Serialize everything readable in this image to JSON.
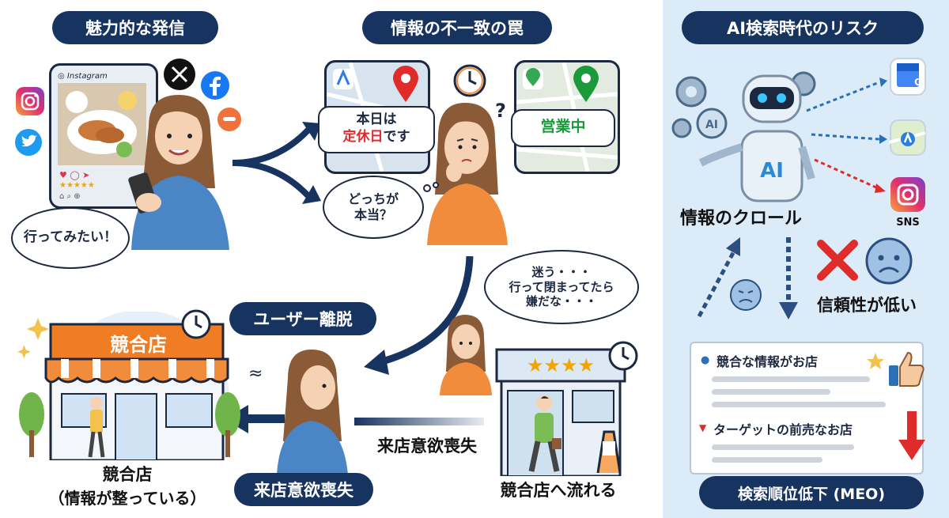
{
  "section1": {
    "title": "魅力的な発信",
    "speech": "行ってみたい！"
  },
  "section2": {
    "title": "情報の不一致の罠",
    "phone_left_line1": "本日は",
    "phone_left_line2_red": "定休日",
    "phone_left_line2_tail": "です",
    "phone_right": "営業中",
    "thought": [
      "どっちが",
      "本当？"
    ]
  },
  "section3": {
    "title": "ユーザー離脱",
    "thought": [
      "迷う・・・",
      "行って閉まってたら",
      "嫌だな・・・"
    ],
    "arrow_label": "来店意欲喪失",
    "user_label": "来店意欲喪失",
    "store_caption": "競合店へ流れる",
    "competitor_sign": "競合店",
    "competitor_caption_1": "競合店",
    "competitor_caption_2": "（情報が整っている）"
  },
  "right": {
    "title": "AI検索時代のリスク",
    "crawl_label": "情報のクロール",
    "sns_label": "SNS",
    "trust_label": "信頼性が低い",
    "result_1": "競合な情報がお店",
    "result_2": "ターゲットの前売なお店",
    "bottom": "検索順位低下 (MEO)"
  },
  "colors": {
    "navy": "#17335f",
    "red": "#e02b2b",
    "green": "#1a9a3a",
    "orange": "#f08c3c",
    "panel": "#dcebf8"
  }
}
